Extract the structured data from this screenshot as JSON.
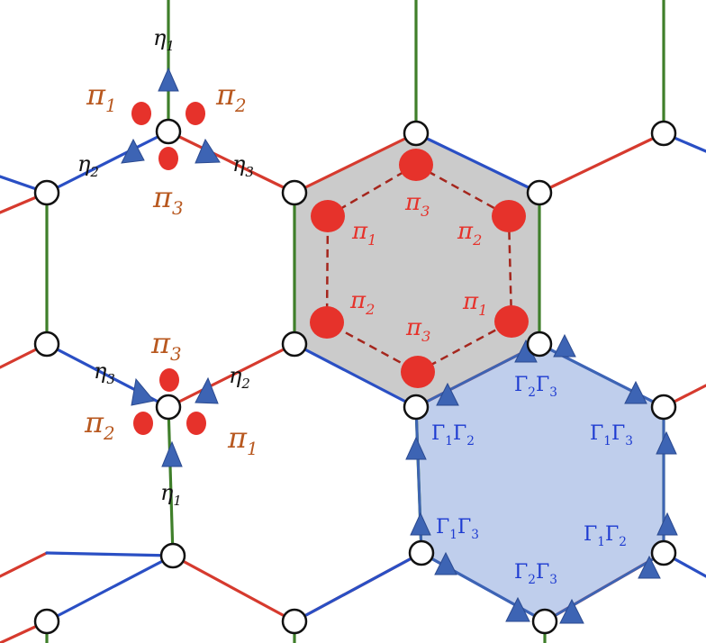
{
  "colors": {
    "bond_x": "#2a4fc4",
    "bond_y": "#d63a2e",
    "bond_z": "#3f7f2a",
    "vertex_fill": "#ffffff",
    "vertex_stroke": "#111111",
    "majorana_red": "#e6322b",
    "pi_orange": "#b8581f",
    "eta_black": "#111111",
    "arrow_blue": "#3d64b4",
    "gray_plaquette": "#c8c8c8",
    "blue_plaquette": "#a9bde6",
    "gamma_blue": "#1d3bd1",
    "dashed_red": "#a5261d"
  },
  "symbols": {
    "pi": "π",
    "eta": "η",
    "gamma": "Γ",
    "one": "1",
    "two": "2",
    "three": "3"
  },
  "vertex_group": {
    "upper": {
      "eta_top": {
        "base": "η",
        "sub": "1"
      },
      "eta_left": {
        "base": "η",
        "sub": "2"
      },
      "eta_right": {
        "base": "η",
        "sub": "3"
      },
      "pi_left": {
        "base": "π",
        "sub": "1"
      },
      "pi_right": {
        "base": "π",
        "sub": "2"
      },
      "pi_bottom": {
        "base": "π",
        "sub": "3"
      }
    },
    "lower": {
      "eta_bottom": {
        "base": "η",
        "sub": "1"
      },
      "eta_left": {
        "base": "η",
        "sub": "3"
      },
      "eta_right": {
        "base": "η",
        "sub": "2"
      },
      "pi_top": {
        "base": "π",
        "sub": "3"
      },
      "pi_left": {
        "base": "π",
        "sub": "2"
      },
      "pi_right": {
        "base": "π",
        "sub": "1"
      }
    }
  },
  "gray_plaquette_labels": [
    {
      "base": "π",
      "sub": "3"
    },
    {
      "base": "π",
      "sub": "1"
    },
    {
      "base": "π",
      "sub": "2"
    },
    {
      "base": "π",
      "sub": "2"
    },
    {
      "base": "π",
      "sub": "1"
    },
    {
      "base": "π",
      "sub": "3"
    }
  ],
  "blue_plaquette_labels": [
    {
      "a": "Γ",
      "as": "2",
      "b": "Γ",
      "bs": "3"
    },
    {
      "a": "Γ",
      "as": "1",
      "b": "Γ",
      "bs": "2"
    },
    {
      "a": "Γ",
      "as": "1",
      "b": "Γ",
      "bs": "3"
    },
    {
      "a": "Γ",
      "as": "1",
      "b": "Γ",
      "bs": "3"
    },
    {
      "a": "Γ",
      "as": "1",
      "b": "Γ",
      "bs": "2"
    },
    {
      "a": "Γ",
      "as": "2",
      "b": "Γ",
      "bs": "3"
    }
  ]
}
